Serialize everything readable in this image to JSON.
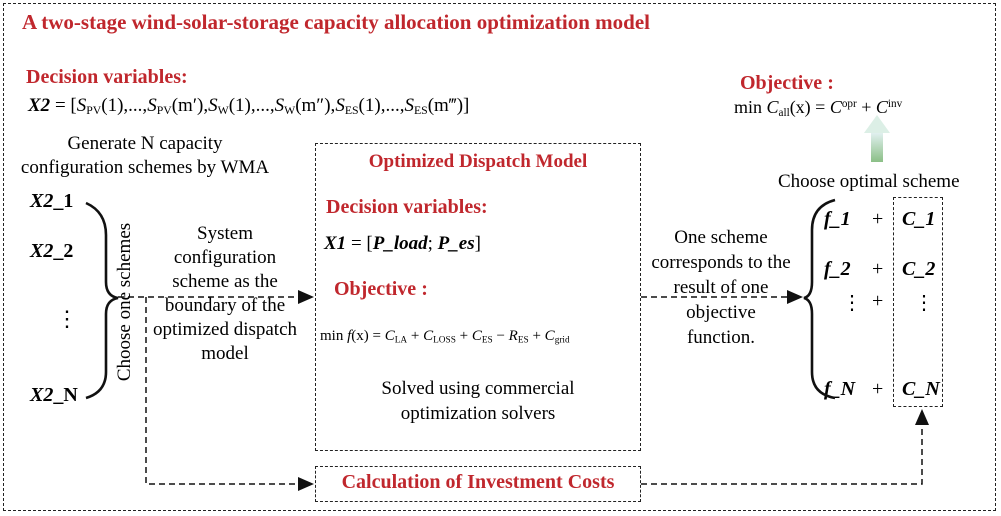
{
  "title": "A two-stage wind-solar-storage capacity allocation optimization model",
  "outer_decision": {
    "heading": "Decision variables:",
    "lhs": "X2",
    "eq": " = [",
    "s1_base": "S",
    "s1_sub": "PV",
    "s1_arg": "(1),...,",
    "s2_base": "S",
    "s2_sub": "PV",
    "s2_arg": "(m′),",
    "s3_base": "S",
    "s3_sub": "W",
    "s3_arg": "(1),...,",
    "s4_base": "S",
    "s4_sub": "W",
    "s4_arg": "(m″),",
    "s5_base": "S",
    "s5_sub": "ES",
    "s5_arg": "(1),...,",
    "s6_base": "S",
    "s6_sub": "ES",
    "s6_arg": "(m‴)]"
  },
  "generate_text": [
    "Generate N capacity",
    "configuration schemes by WMA"
  ],
  "schemes": {
    "s1": {
      "base": "X2",
      "idx": "_1"
    },
    "s2": {
      "base": "X2",
      "idx": "_2"
    },
    "dots": "⋮",
    "sN": {
      "base": "X2",
      "idx": "_N"
    }
  },
  "choose_label": "Choose one schemes",
  "system_text": [
    "System",
    "configuration",
    "scheme as the",
    "boundary of the",
    "optimized dispatch",
    "model"
  ],
  "dispatch": {
    "title": "Optimized Dispatch Model",
    "dv_heading": "Decision variables:",
    "x1": "X1",
    "x1_eq": " = [",
    "p_load": "P_load",
    "semi": "; ",
    "p_es": "P_es",
    "close": "]",
    "obj_heading": "Objective :",
    "min": "min ",
    "f": "f",
    "fx": "(x) = ",
    "c_la": "C",
    "la_sub": "LA",
    "plus1": " + ",
    "c_loss": "C",
    "loss_sub": "LOSS",
    "plus2": " + ",
    "c_es": "C",
    "es_sub": "ES",
    "minus": " − ",
    "r_es": "R",
    "r_sub": "ES",
    "plus3": " + ",
    "c_grid": "C",
    "grid_sub": "grid",
    "solved": [
      "Solved using commercial",
      "optimization solvers"
    ]
  },
  "one_scheme_text": [
    "One scheme",
    "corresponds to the",
    "result of one",
    "objective",
    "function."
  ],
  "objective": {
    "heading": "Objective :",
    "min": "min ",
    "c": "C",
    "c_sub": "all",
    "cx": "(x) = ",
    "c2": "C",
    "c2_sup": "opr",
    "plus": " + ",
    "c3": "C",
    "c3_sup": "inv"
  },
  "choose_optimal": "Choose optimal scheme",
  "results": {
    "rows": [
      {
        "f": "f_1",
        "plus": "+",
        "c": "C_1"
      },
      {
        "f": "f_2",
        "plus": "+",
        "c": "C_2"
      },
      {
        "f": "⋮",
        "plus": "+",
        "c": "⋮"
      },
      {
        "f": "f_N",
        "plus": "+",
        "c": "C_N"
      }
    ]
  },
  "invest_label": "Calculation of Investment Costs"
}
